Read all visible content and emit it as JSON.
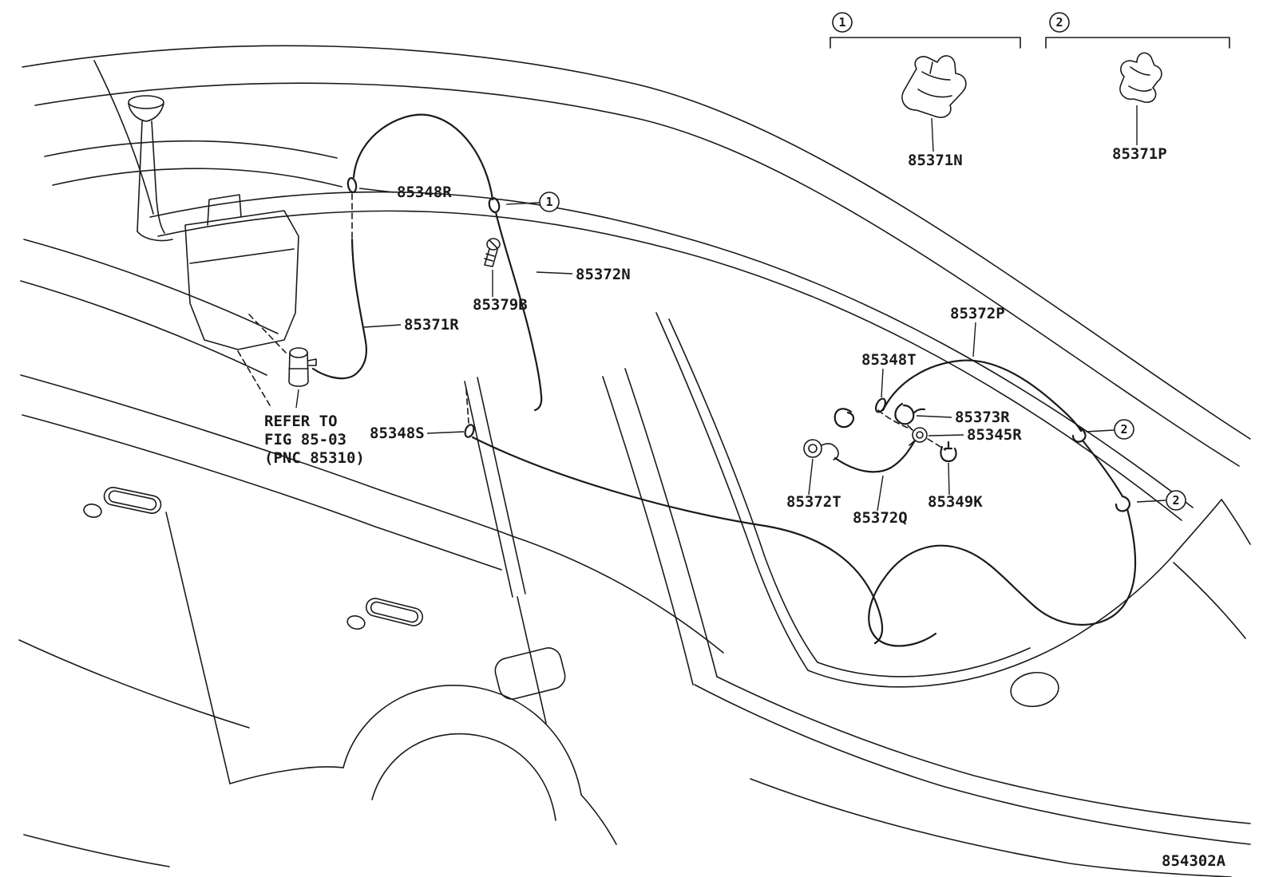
{
  "diagram": {
    "code": "854302A",
    "callouts": {
      "c1": "1",
      "c2": "2"
    },
    "labels": {
      "l85348R": "85348R",
      "l85372N": "85372N",
      "l85379B": "85379B",
      "l85371R": "85371R",
      "l85348S": "85348S",
      "l85372P": "85372P",
      "l85348T": "85348T",
      "l85373R": "85373R",
      "l85345R": "85345R",
      "l85372T": "85372T",
      "l85372Q": "85372Q",
      "l85349K": "85349K",
      "l85371N": "85371N",
      "l85371P": "85371P"
    },
    "note": {
      "line1": "REFER TO",
      "line2": "FIG 85-03",
      "line3": "(PNC 85310)"
    },
    "colors": {
      "ink": "#1a1a1a",
      "background": "#ffffff"
    }
  }
}
